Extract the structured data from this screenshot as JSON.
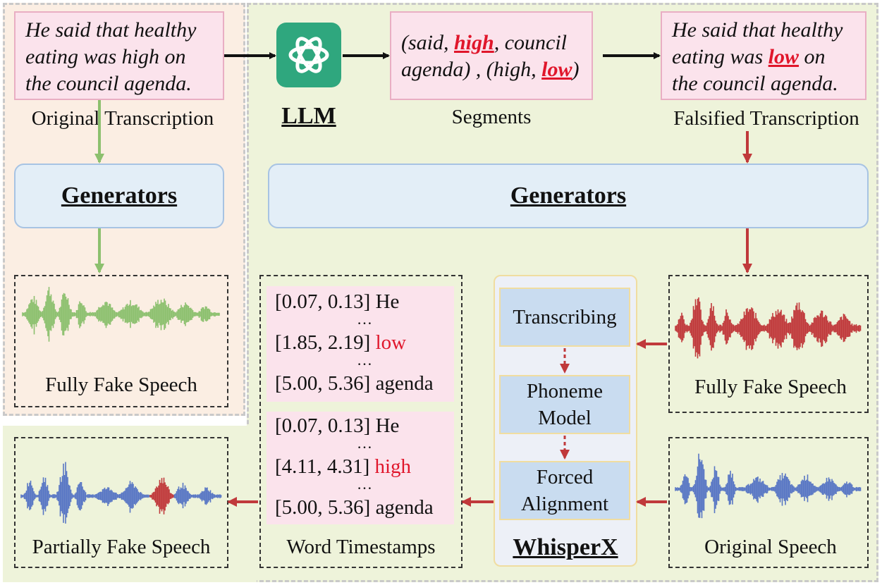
{
  "original_text": {
    "line1": "He said that healthy",
    "line2": "eating was high on",
    "line3": "the council agenda.",
    "caption": "Original Transcription"
  },
  "llm": {
    "label": "LLM"
  },
  "segments": {
    "s1_pre": "(said, ",
    "s1_hl": "high",
    "s1_post": ", council",
    "s2_pre": "agenda) , (high, ",
    "s2_hl": "low",
    "s2_post": ")",
    "caption": "Segments"
  },
  "falsified_text": {
    "line1": "He said that healthy",
    "line2_pre": "eating was ",
    "line2_hl": "low",
    "line2_post": " on",
    "line3": "the council agenda.",
    "caption": "Falsified Transcription"
  },
  "generators": {
    "left_label": "Generators",
    "right_label": "Generators"
  },
  "waves": {
    "fully_fake_left": "Fully Fake Speech",
    "fully_fake_right": "Fully Fake Speech",
    "original": "Original Speech",
    "partial": "Partially Fake Speech"
  },
  "timestamps": {
    "caption": "Word Timestamps",
    "dots": "…",
    "group1": [
      "[0.07, 0.13] He",
      "[1.85, 2.19] ",
      "low",
      "[5.00, 5.36] agenda"
    ],
    "group2": [
      "[0.07, 0.13] He",
      "[4.11, 4.31] ",
      "high",
      "[5.00, 5.36] agenda"
    ]
  },
  "whisperx": {
    "label": "WhisperX",
    "step1": "Transcribing",
    "step2_l1": "Phoneme",
    "step2_l2": "Model",
    "step3_l1": "Forced",
    "step3_l2": "Alignment"
  },
  "colors": {
    "green": "#8cc06e",
    "red_wave": "#c0393b",
    "blue_wave": "#5876c4",
    "arrow_red": "#c0393b",
    "arrow_green": "#8cc06e"
  }
}
